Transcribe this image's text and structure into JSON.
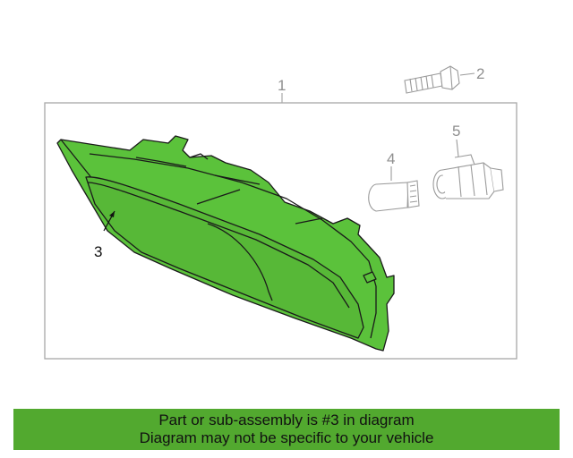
{
  "diagram": {
    "callouts": {
      "assembly": "1",
      "screw": "2",
      "lens": "3",
      "bulb": "4",
      "socket": "5"
    },
    "highlight_color": "#5bc23b",
    "frame_color": "#a8a8a8"
  },
  "banner": {
    "line1": "Part or sub-assembly is #3 in diagram",
    "line2": "Diagram may not be specific to your vehicle",
    "background": "#52a92f"
  }
}
